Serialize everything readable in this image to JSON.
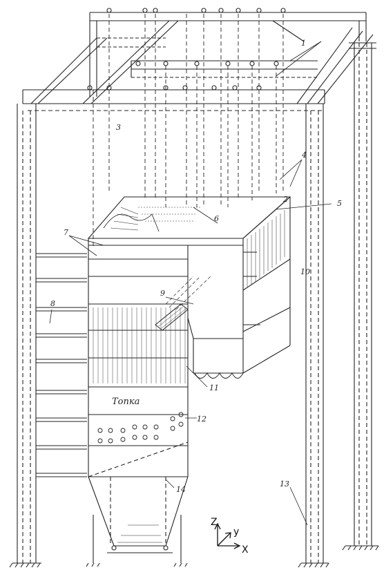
{
  "diagram": {
    "callouts": [
      {
        "id": "c1",
        "text": "1"
      },
      {
        "id": "c2",
        "text": "2"
      },
      {
        "id": "c3",
        "text": "3"
      },
      {
        "id": "c4",
        "text": "4"
      },
      {
        "id": "c5",
        "text": "5"
      },
      {
        "id": "c6",
        "text": "6"
      },
      {
        "id": "c7",
        "text": "7"
      },
      {
        "id": "c8",
        "text": "8"
      },
      {
        "id": "c9",
        "text": "9"
      },
      {
        "id": "c10",
        "text": "10"
      },
      {
        "id": "c11",
        "text": "11"
      },
      {
        "id": "c12",
        "text": "12"
      },
      {
        "id": "c13",
        "text": "13"
      },
      {
        "id": "c14",
        "text": "14"
      }
    ],
    "furnace_label": "Топка",
    "axes": {
      "z": "Z",
      "y": "y",
      "x": "X"
    },
    "colors": {
      "ink": "#222222",
      "paper": "#ffffff"
    }
  }
}
